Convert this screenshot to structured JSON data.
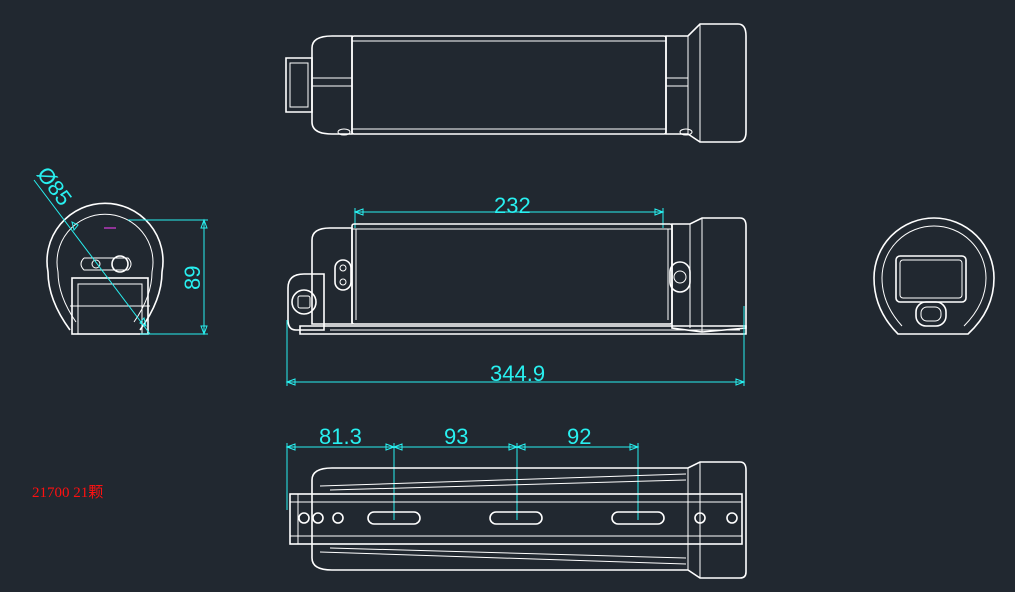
{
  "dimensions": {
    "inner_length": "232",
    "overall_length": "344.9",
    "spacing_1": "81.3",
    "spacing_2": "93",
    "spacing_3": "92",
    "height": "89",
    "diameter": "Ø85"
  },
  "note": "21700 21颗",
  "colors": {
    "background": "#212830",
    "outline": "#ffffff",
    "dimension": "#28f0f0",
    "note": "#ff1010"
  }
}
